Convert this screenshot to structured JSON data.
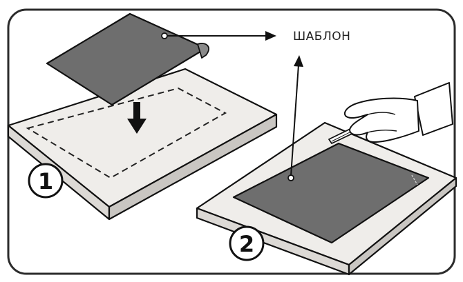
{
  "diagram": {
    "label": "ШАБЛОН",
    "steps": [
      {
        "number": "1"
      },
      {
        "number": "2"
      }
    ],
    "colors": {
      "frame": "#2b2b2b",
      "board_top": "#efedea",
      "board_side": "#c9c6c2",
      "board_front": "#dcd9d5",
      "template": "#6e6e6e",
      "outline": "#111111"
    }
  }
}
